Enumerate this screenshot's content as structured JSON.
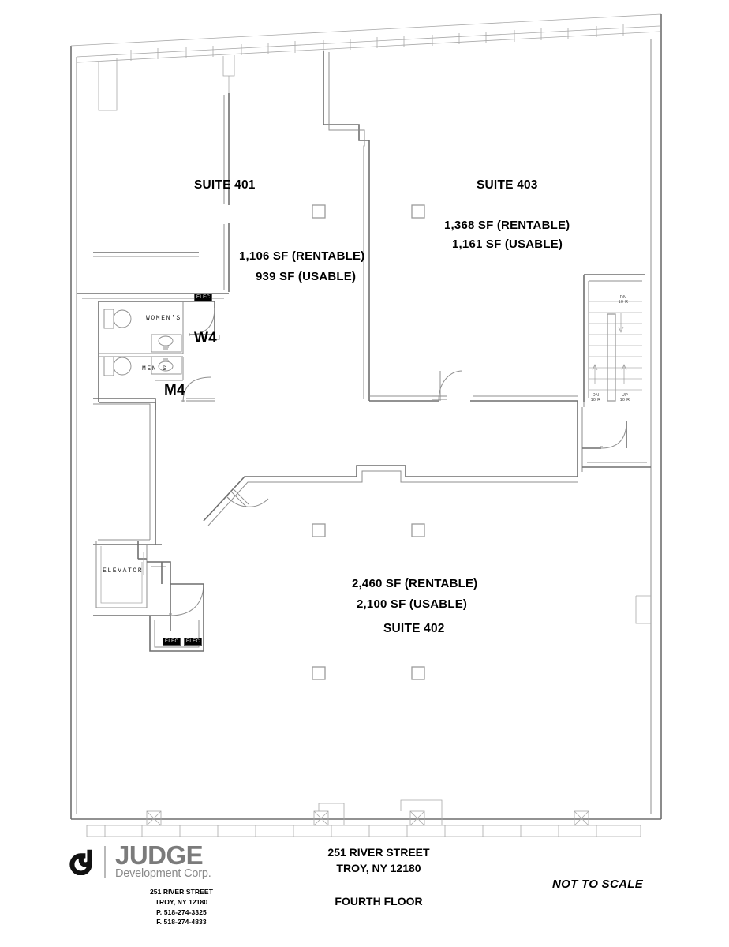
{
  "document": {
    "type": "floor-plan",
    "title": "251 RIVER STREET",
    "city_state_zip": "TROY, NY 12180",
    "floor": "FOURTH FLOOR",
    "scale_note": "NOT TO SCALE"
  },
  "suites": [
    {
      "id": "suite-401",
      "name": "SUITE 401",
      "rentable": "1,106 SF (RENTABLE)",
      "usable": "939 SF (USABLE)"
    },
    {
      "id": "suite-403",
      "name": "SUITE 403",
      "rentable": "1,368 SF (RENTABLE)",
      "usable": "1,161 SF (USABLE)"
    },
    {
      "id": "suite-402",
      "name": "SUITE 402",
      "rentable": "2,460 SF (RENTABLE)",
      "usable": "2,100 SF (USABLE)"
    }
  ],
  "rooms": {
    "womens": "WOMEN'S",
    "mens": "MEN'S",
    "elevator": "ELEVATOR"
  },
  "door_tags": {
    "womens_door": "W4",
    "mens_door": "M4"
  },
  "elec_tags": {
    "elec_north": "ELEC",
    "elec_south_left": "ELEC",
    "elec_south_right": "ELEC"
  },
  "stairs": {
    "dn_upper": "DN\n10 R",
    "dn_lower": "DN\n10 R",
    "up_lower": "UP\n10 R",
    "dn_label": "DN",
    "up_label": "UP",
    "risers": "10 R"
  },
  "footer": {
    "logo_primary": "JUDGE",
    "logo_secondary": "Development Corp.",
    "company_address_1": "251 RIVER STREET",
    "company_address_2": "TROY, NY 12180",
    "phone": "P.  518-274-3325",
    "fax": "F.  518-274-4833",
    "building_address_1": "251 RIVER STREET",
    "building_address_2": "TROY, NY 12180",
    "floor_label": "FOURTH FLOOR",
    "scale_label": "NOT TO SCALE"
  },
  "colors": {
    "wall": "#6f6f6f",
    "wall_heavy": "#4a4a4a",
    "thin": "#9a9a9a",
    "column": "#9b9b9b",
    "logo_gray": "#7b7b7b",
    "text": "#000000",
    "background": "#ffffff"
  }
}
